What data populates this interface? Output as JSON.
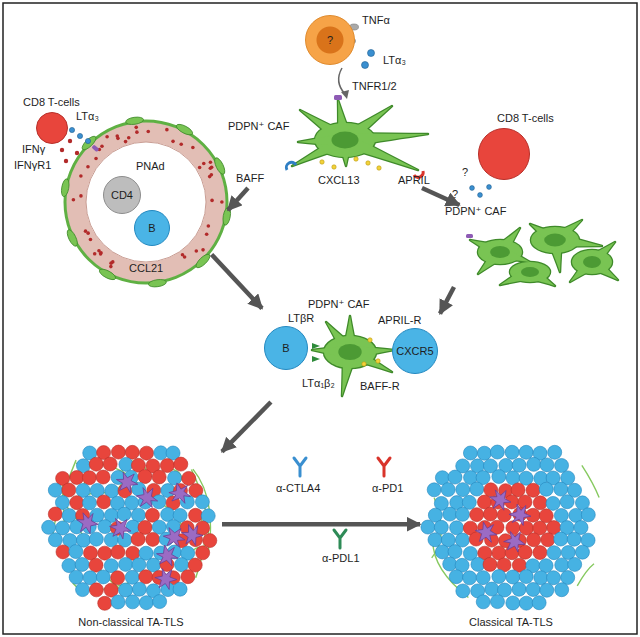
{
  "diagram": {
    "nodes": [
      {
        "text": [
          "?"
        ]
      },
      {
        "text": [
          "PDPN⁺ CAF"
        ]
      },
      {
        "text": [
          "CD8 T-cells"
        ]
      },
      {
        "text": [
          "PNAd"
        ]
      },
      {
        "text": [
          "CD4"
        ],
        "in": 3
      },
      {
        "text": [
          "B"
        ],
        "in": 3
      },
      {
        "text": [
          "CD8 T-cells"
        ]
      },
      {
        "text": [
          "PDPN⁺ CAF"
        ]
      },
      {
        "text": [
          "PDPN⁺ CAF"
        ]
      },
      {
        "text": [
          "B"
        ],
        "in": 8
      },
      {
        "text": [
          "CXCR5"
        ],
        "in": 8
      },
      {
        "text": [
          "Non-classical TA-TLS"
        ]
      },
      {
        "text": [
          "Classical TA-TLS"
        ]
      }
    ],
    "edges": [
      {
        "from": 1,
        "to": 3,
        "arrow": "to"
      },
      {
        "from": 1,
        "to": 7,
        "arrow": "to"
      },
      {
        "from": 3,
        "to": 8,
        "arrow": "to"
      },
      {
        "from": 7,
        "to": 8,
        "arrow": "to"
      },
      {
        "from": 8,
        "to": 11,
        "arrow": "to"
      },
      {
        "from": 11,
        "to": 12,
        "arrow": "to"
      }
    ],
    "labels": [
      "TNFα",
      "LTα₃",
      "TNFR1/2",
      "BAFF",
      "CXCL13",
      "APRIL",
      "LTα₃",
      "IFNγ",
      "IFNγR1",
      "CCL21",
      "?",
      "?",
      "LTβR",
      "LTα₁β₂",
      "APRIL-R",
      "BAFF-R",
      "α-CTLA4",
      "α-PD1",
      "α-PDL1"
    ]
  }
}
